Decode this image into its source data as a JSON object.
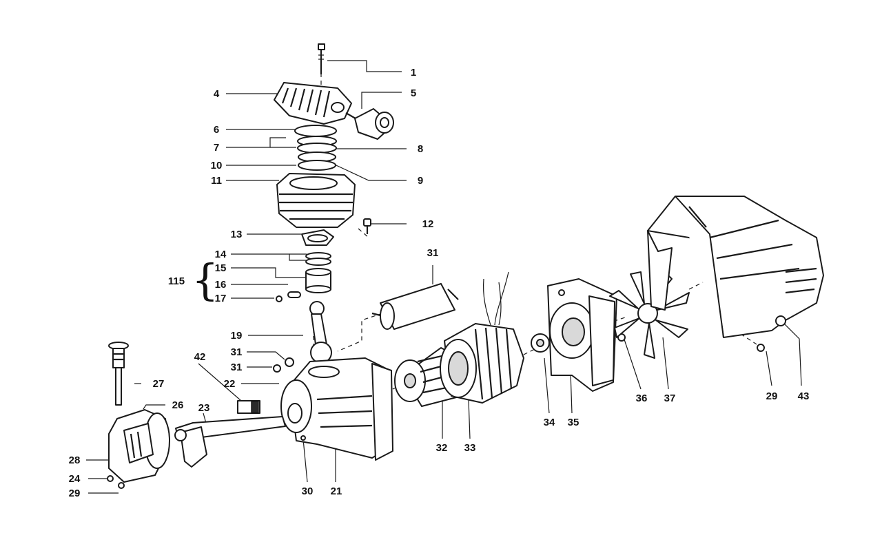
{
  "callouts": {
    "c1": "1",
    "c4": "4",
    "c5": "5",
    "c6": "6",
    "c7": "7",
    "c8": "8",
    "c9": "9",
    "c10": "10",
    "c11": "11",
    "c12": "12",
    "c13": "13",
    "c14": "14",
    "c15": "15",
    "c16": "16",
    "c17": "17",
    "c19": "19",
    "c21": "21",
    "c22": "22",
    "c23": "23",
    "c24": "24",
    "c26": "26",
    "c27": "27",
    "c28": "28",
    "c29a": "29",
    "c29b": "29",
    "c30": "30",
    "c31a": "31",
    "c31b": "31",
    "c31c": "31",
    "c32": "32",
    "c33": "33",
    "c34": "34",
    "c35": "35",
    "c36": "36",
    "c37": "37",
    "c42": "42",
    "c43": "43",
    "c115": "115"
  },
  "brace_glyph": "{"
}
